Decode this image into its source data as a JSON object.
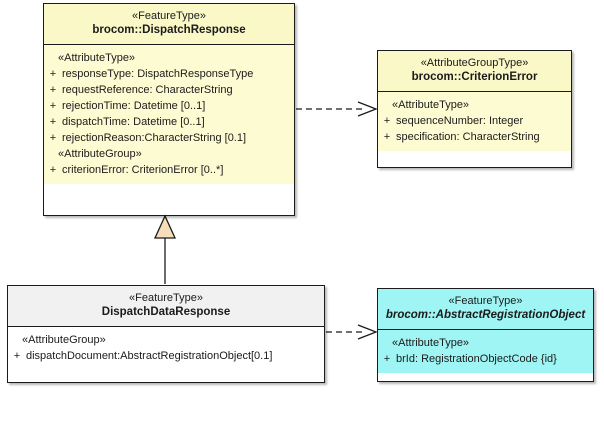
{
  "diagram": {
    "title": "UML class diagram",
    "background": "#ffffff",
    "colors": {
      "yellow_header": "#fbf8c8",
      "yellow_body": "#fdfbd2",
      "white_header": "#f1f1f1",
      "white_body": "#ffffff",
      "cyan": "#9ff4f4",
      "border": "#1b1b1b",
      "generalization_fill": "#f5deb9"
    }
  },
  "classes": {
    "dispatch_response": {
      "stereotype": "«FeatureType»",
      "name": "brocom::DispatchResponse",
      "sections": [
        {
          "label": "«AttributeType»",
          "attributes": [
            {
              "visibility": "+",
              "text": "responseType: DispatchResponseType"
            },
            {
              "visibility": "+",
              "text": "requestReference: CharacterString"
            },
            {
              "visibility": "+",
              "text": "rejectionTime: Datetime [0..1]"
            },
            {
              "visibility": "+",
              "text": "dispatchTime: Datetime [0..1]"
            },
            {
              "visibility": "+",
              "text": "rejectionReason:CharacterString [0.1]"
            }
          ]
        },
        {
          "label": "«AttributeGroup»",
          "attributes": [
            {
              "visibility": "+",
              "text": "criterionError: CriterionError [0..*]"
            }
          ]
        }
      ]
    },
    "criterion_error": {
      "stereotype": "«AttributeGroupType»",
      "name": "brocom::CriterionError",
      "sections": [
        {
          "label": "«AttributeType»",
          "attributes": [
            {
              "visibility": "+",
              "text": "sequenceNumber: Integer"
            },
            {
              "visibility": "+",
              "text": "specification: CharacterString"
            }
          ]
        }
      ]
    },
    "dispatch_data_response": {
      "stereotype": "«FeatureType»",
      "name": "DispatchDataResponse",
      "sections": [
        {
          "label": "«AttributeGroup»",
          "attributes": [
            {
              "visibility": "+",
              "text": "dispatchDocument:AbstractRegistrationObject[0.1]"
            }
          ]
        }
      ]
    },
    "abstract_registration_object": {
      "stereotype": "«FeatureType»",
      "name": "brocom::AbstractRegistrationObject",
      "abstract": true,
      "sections": [
        {
          "label": "«AttributeType»",
          "attributes": [
            {
              "visibility": "+",
              "text": "brId: RegistrationObjectCode {id}"
            }
          ]
        }
      ]
    }
  },
  "relationships": [
    {
      "kind": "dependency",
      "style": "dashed-open-arrow",
      "from": "dispatch_response",
      "to": "criterion_error"
    },
    {
      "kind": "generalization",
      "style": "solid-hollow-triangle",
      "from": "dispatch_data_response",
      "to": "dispatch_response"
    },
    {
      "kind": "dependency",
      "style": "dashed-open-arrow",
      "from": "dispatch_data_response",
      "to": "abstract_registration_object"
    }
  ]
}
